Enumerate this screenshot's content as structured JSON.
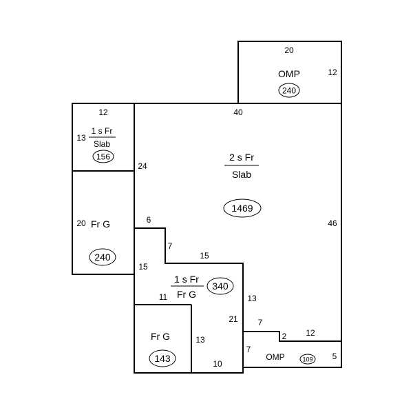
{
  "rooms": {
    "omp_top": {
      "label": "OMP",
      "area": "240",
      "dims": [
        "20",
        "12"
      ]
    },
    "main": {
      "label_top": "2 s Fr",
      "label_bottom": "Slab",
      "area": "1469",
      "dims": [
        "40",
        "24",
        "46",
        "6",
        "7",
        "15"
      ]
    },
    "left_upper": {
      "label_top": "1 s Fr",
      "label_bottom": "Slab",
      "area": "156",
      "dims": [
        "12",
        "13"
      ]
    },
    "left_garage": {
      "label": "Fr G",
      "area": "240",
      "dims": [
        "20"
      ]
    },
    "center": {
      "label_top": "1 s Fr",
      "label_bottom": "Fr G",
      "area": "340",
      "dims": [
        "15",
        "11",
        "13",
        "21",
        "10"
      ]
    },
    "lower_garage": {
      "label": "Fr G",
      "area": "143",
      "dims": [
        "13"
      ]
    },
    "omp_bottom": {
      "label": "OMP",
      "area": "109",
      "dims": [
        "7",
        "2",
        "12",
        "7",
        "5"
      ]
    }
  }
}
